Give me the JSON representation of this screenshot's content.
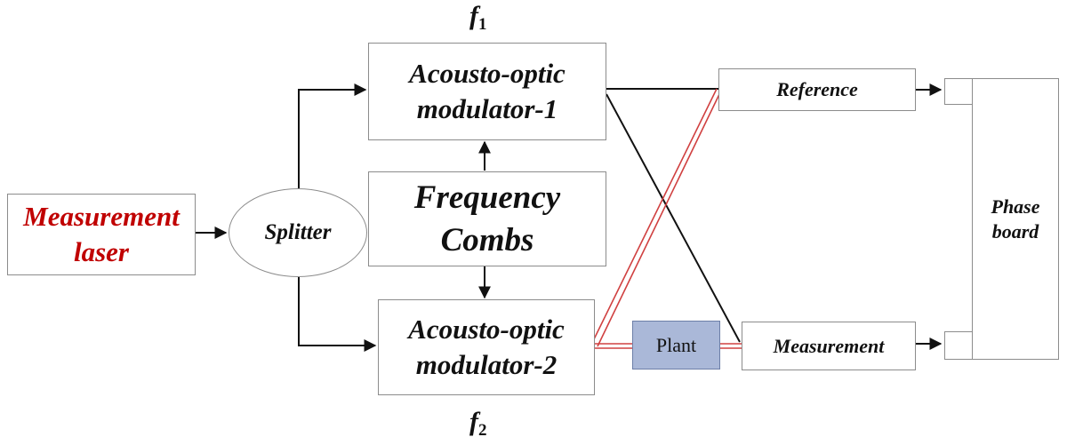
{
  "nodes": {
    "measurement_laser": {
      "line1": "Measurement",
      "line2": "laser"
    },
    "splitter": "Splitter",
    "aom1": {
      "line1": "Acousto-optic",
      "line2": "modulator-1"
    },
    "frequency_combs": {
      "line1": "Frequency",
      "line2": "Combs"
    },
    "aom2": {
      "line1": "Acousto-optic",
      "line2": "modulator-2"
    },
    "plant": "Plant",
    "reference": "Reference",
    "measurement": "Measurement",
    "phase_board": {
      "line1": "Phase",
      "line2": "board"
    }
  },
  "labels": {
    "f1": {
      "base": "f",
      "sub": "1"
    },
    "f2": {
      "base": "f",
      "sub": "2"
    }
  },
  "colors": {
    "arrow": "#111111",
    "box_border": "#8c8c8c",
    "red_path": "#d04040",
    "plant_fill": "#aab8d8",
    "laser_text": "#c00000"
  }
}
